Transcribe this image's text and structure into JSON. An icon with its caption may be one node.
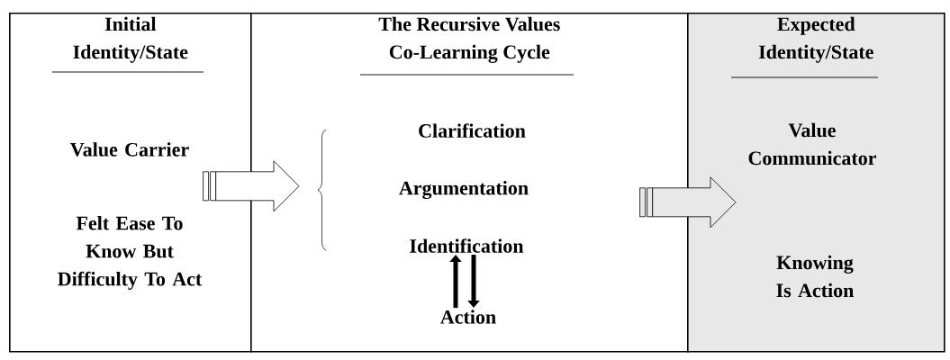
{
  "diagram": {
    "nodes": [
      {
        "text": [
          "Initial Identity/State"
        ]
      },
      {
        "text": [
          "Value Carrier"
        ],
        "in": 0
      },
      {
        "text": [
          "Felt Ease To Know But Difficulty To Act"
        ],
        "in": 0
      },
      {
        "text": [
          "The Recursive Values Co-Learning Cycle"
        ]
      },
      {
        "text": [
          "Clarification"
        ],
        "in": 3
      },
      {
        "text": [
          "Argumentation"
        ],
        "in": 3
      },
      {
        "text": [
          "Identification"
        ],
        "in": 3
      },
      {
        "text": [
          "Action"
        ],
        "in": 3
      },
      {
        "text": [
          "Expected Identity/State"
        ]
      },
      {
        "text": [
          "Value Communicator"
        ],
        "in": 8
      },
      {
        "text": [
          "Knowing Is Action"
        ],
        "in": 8
      }
    ],
    "edges": [
      {
        "from": 0,
        "to": 3,
        "arrow": "to"
      },
      {
        "from": 3,
        "to": 8,
        "arrow": "to"
      },
      {
        "from": 7,
        "to": 6,
        "arrow": "to"
      },
      {
        "from": 6,
        "to": 7,
        "arrow": "to"
      }
    ]
  }
}
